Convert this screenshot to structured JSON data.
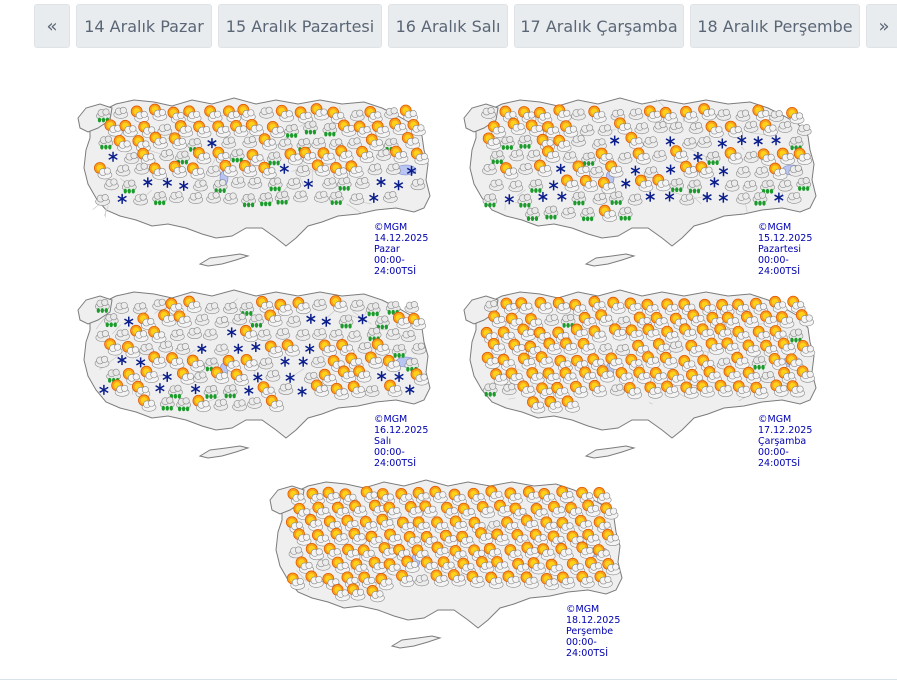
{
  "nav": {
    "prev_label": "«",
    "next_label": "»",
    "tabs": [
      {
        "label": "14 Aralık Pazar"
      },
      {
        "label": "15 Aralık Pazartesi"
      },
      {
        "label": "16 Aralık Salı"
      },
      {
        "label": "17 Aralık Çarşamba"
      },
      {
        "label": "18 Aralık Perşembe"
      }
    ]
  },
  "maps": [
    {
      "copyright": "©MGM",
      "date": "14.12.2025",
      "day": "Pazar",
      "period": "00:00-24:00TSİ",
      "symbols": {
        "sunny_cloudy": 55,
        "cloudy": 38,
        "rain_showers": 20,
        "snow": 12
      }
    },
    {
      "copyright": "©MGM",
      "date": "15.12.2025",
      "day": "Pazartesi",
      "period": "00:00-24:00TSİ",
      "symbols": {
        "sunny_cloudy": 45,
        "cloudy": 45,
        "rain_showers": 20,
        "snow": 22
      }
    },
    {
      "copyright": "©MGM",
      "date": "16.12.2025",
      "day": "Salı",
      "period": "00:00-24:00TSİ",
      "symbols": {
        "sunny_cloudy": 50,
        "cloudy": 42,
        "rain_showers": 18,
        "snow": 24
      }
    },
    {
      "copyright": "©MGM",
      "date": "17.12.2025",
      "day": "Çarşamba",
      "period": "00:00-24:00TSİ",
      "symbols": {
        "sunny_cloudy": 115,
        "cloudy": 10,
        "rain_showers": 4,
        "snow": 0
      }
    },
    {
      "copyright": "©MGM",
      "date": "18.12.2025",
      "day": "Perşembe",
      "period": "00:00-24:00TSİ",
      "symbols": {
        "sunny_cloudy": 125,
        "cloudy": 4,
        "rain_showers": 0,
        "snow": 0
      }
    }
  ]
}
